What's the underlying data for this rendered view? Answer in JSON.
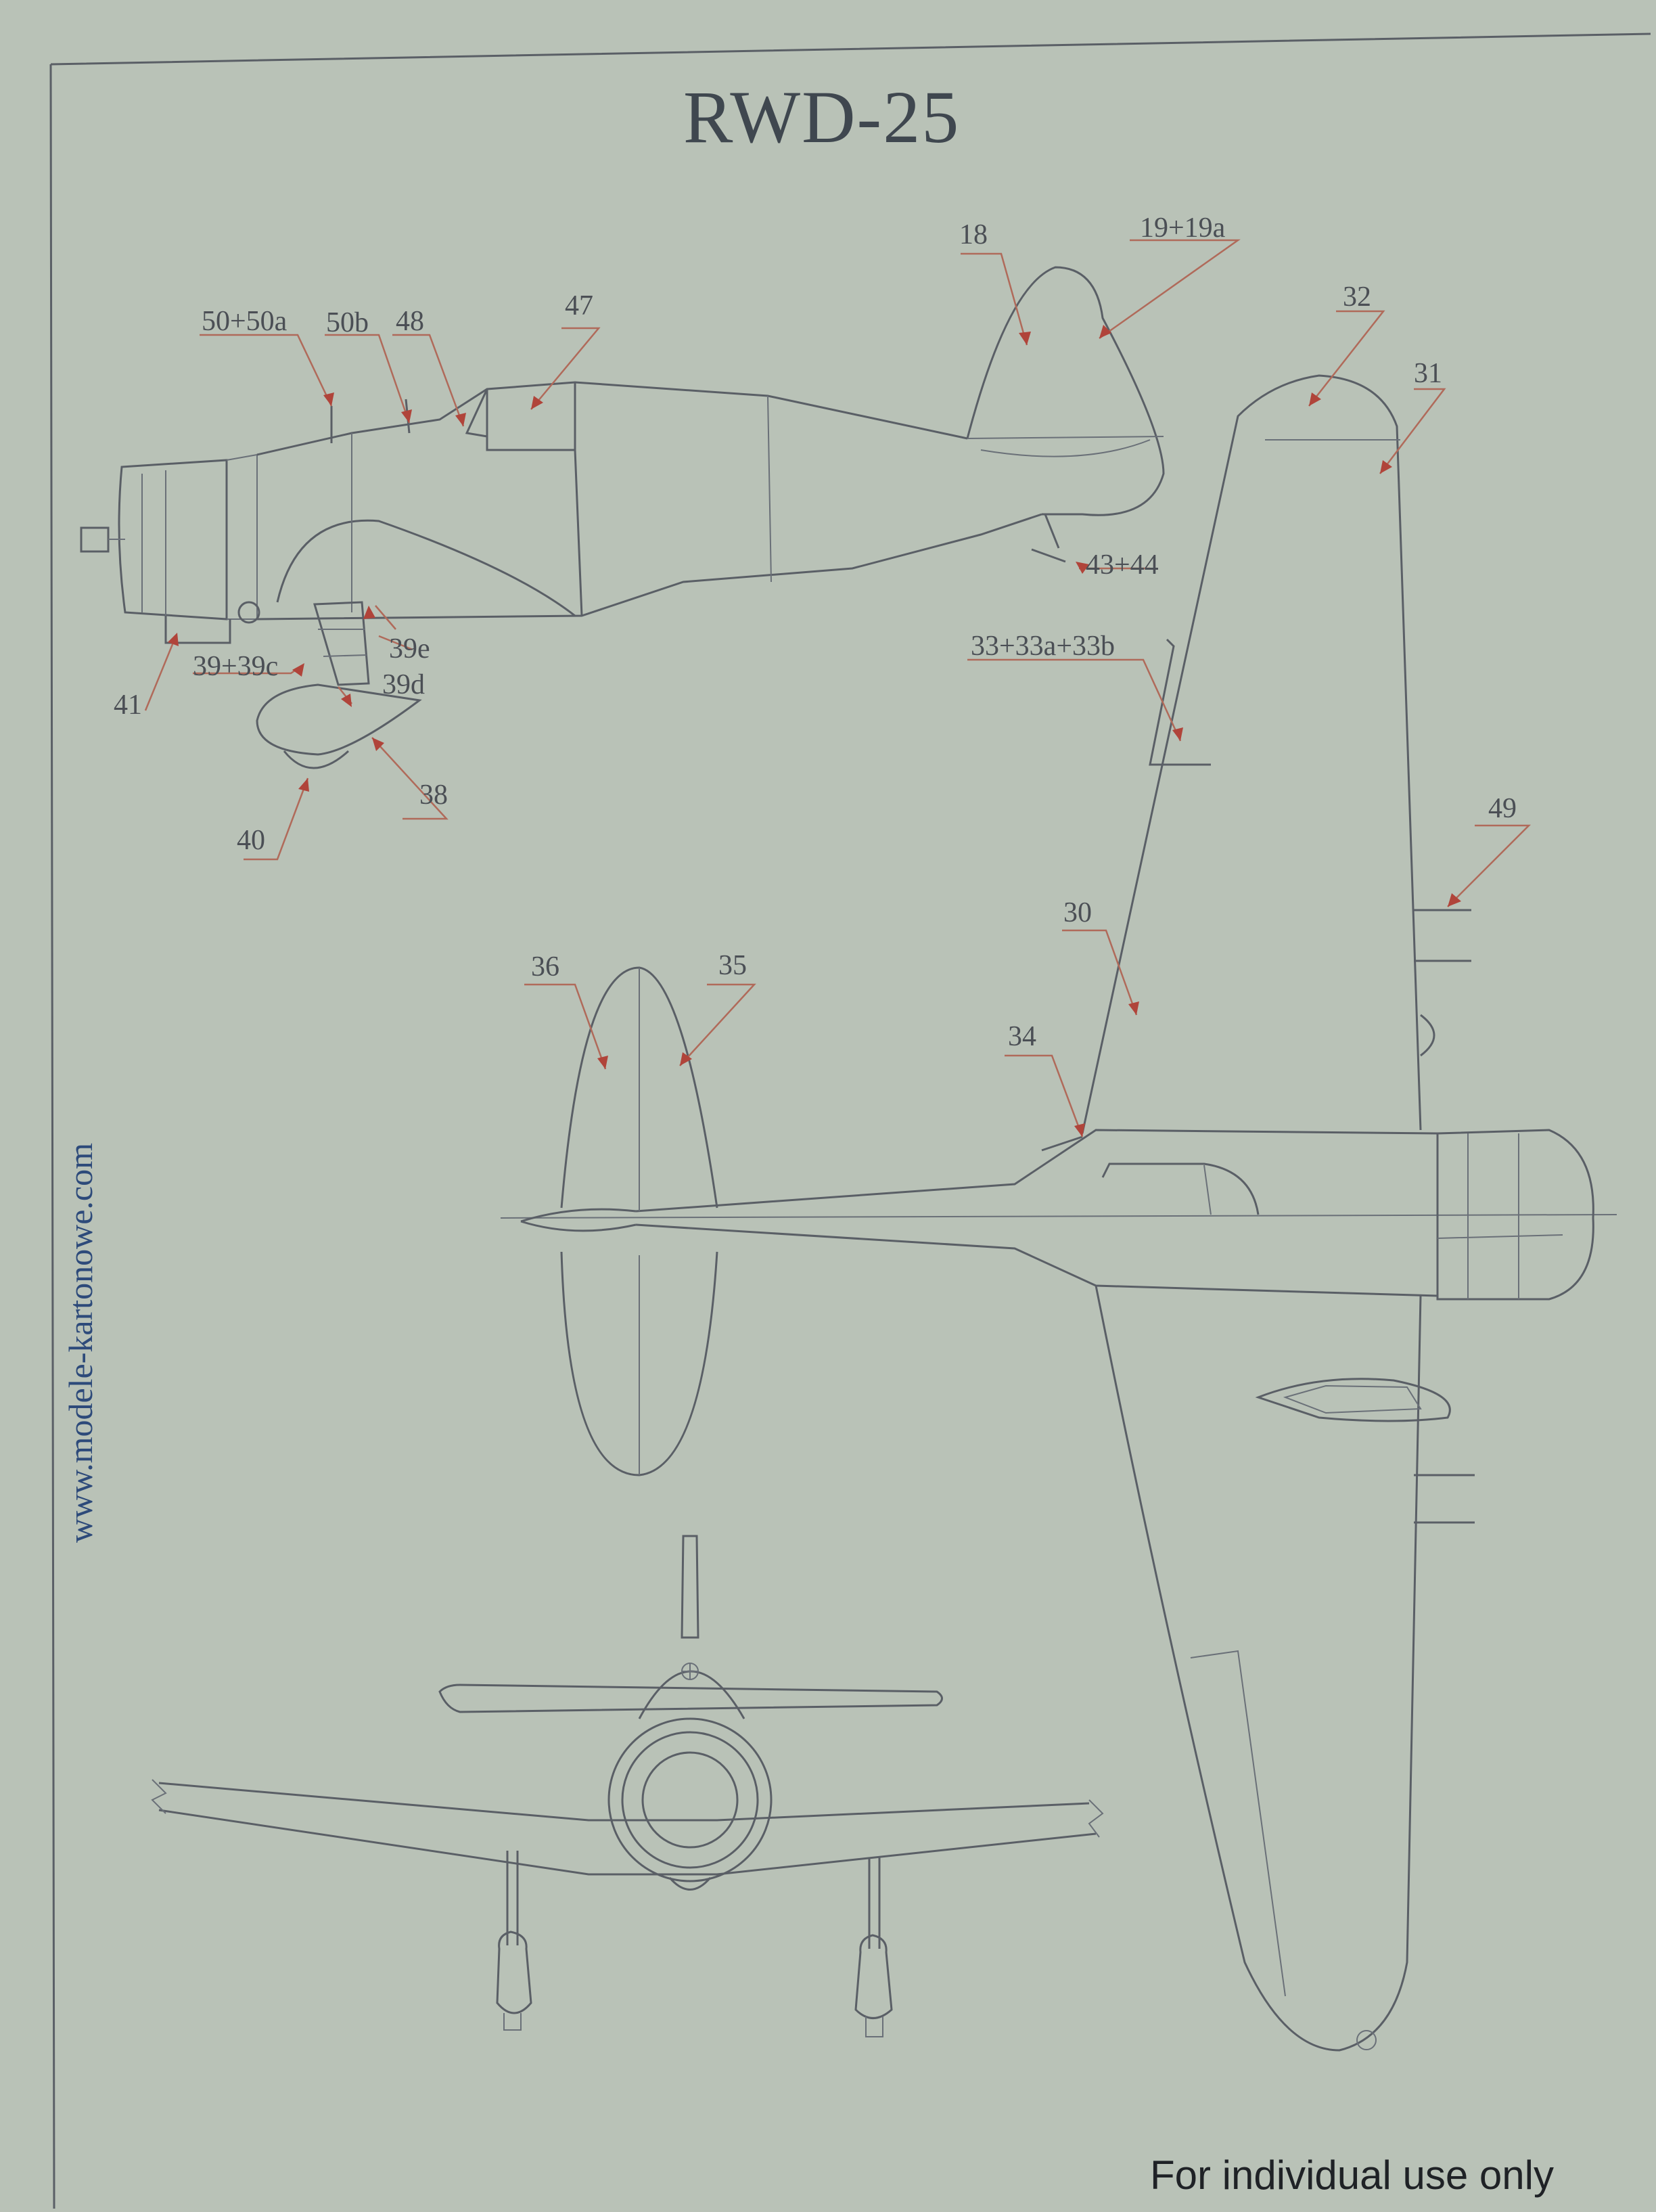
{
  "title": "RWD-25",
  "website": "www.modele-kartonowe.com",
  "footer": "For individual use only",
  "part_labels": {
    "p18": "18",
    "p19": "19+19a",
    "p32": "32",
    "p31": "31",
    "p47": "47",
    "p50a": "50+50a",
    "p50b": "50b",
    "p48": "48",
    "p43": "43+44",
    "p33": "33+33a+33b",
    "p39e": "39e",
    "p39c": "39+39c",
    "p39d": "39d",
    "p41": "41",
    "p38": "38",
    "p40": "40",
    "p49": "49",
    "p30": "30",
    "p36": "36",
    "p35": "35",
    "p34": "34"
  },
  "colors": {
    "background": "#b9c2b7",
    "line": "#5a5f66",
    "leader": "#b06a5a",
    "title": "#3f474f",
    "website": "#2d4a7a"
  }
}
